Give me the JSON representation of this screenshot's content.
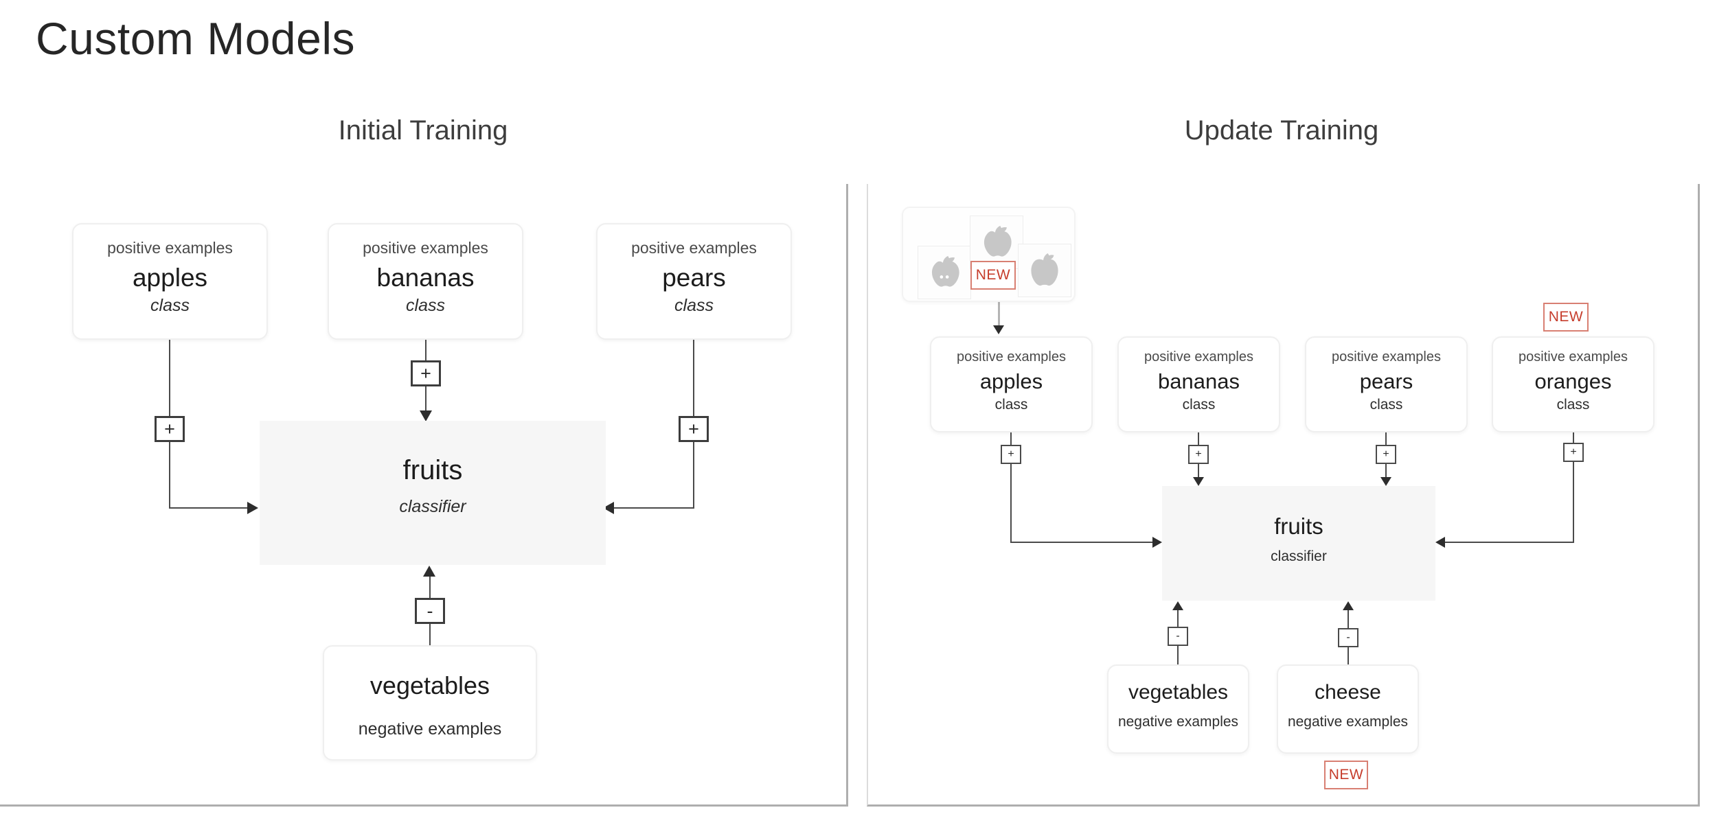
{
  "title": "Custom Models",
  "colors": {
    "accent_red": "#c63d2c",
    "line": "#4a4a4a",
    "classifier_bg": "#f6f6f6"
  },
  "initial": {
    "header": "Initial Training",
    "plus": "+",
    "minus": "-",
    "classes": [
      {
        "top": "positive examples",
        "name": "apples",
        "sub": "class"
      },
      {
        "top": "positive examples",
        "name": "bananas",
        "sub": "class"
      },
      {
        "top": "positive examples",
        "name": "pears",
        "sub": "class"
      }
    ],
    "classifier": {
      "name": "fruits",
      "sub": "classifier"
    },
    "negative": {
      "name": "vegetables",
      "sub": "negative examples"
    }
  },
  "update": {
    "header": "Update Training",
    "badge": "NEW",
    "plus": "+",
    "minus": "-",
    "classes": [
      {
        "top": "positive examples",
        "name": "apples",
        "sub": "class"
      },
      {
        "top": "positive examples",
        "name": "bananas",
        "sub": "class"
      },
      {
        "top": "positive examples",
        "name": "pears",
        "sub": "class"
      },
      {
        "top": "positive examples",
        "name": "oranges",
        "sub": "class"
      }
    ],
    "classifier": {
      "name": "fruits",
      "sub": "classifier"
    },
    "negatives": [
      {
        "name": "vegetables",
        "sub": "negative examples"
      },
      {
        "name": "cheese",
        "sub": "negative examples"
      }
    ]
  }
}
